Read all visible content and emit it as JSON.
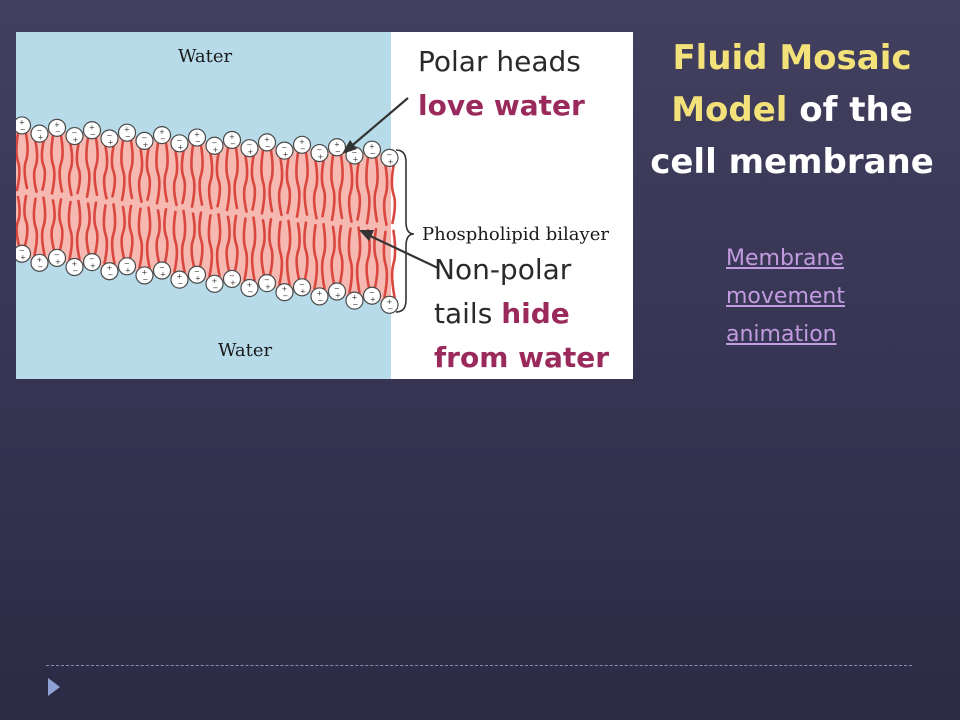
{
  "figure": {
    "water_top": "Water",
    "water_bottom": "Water",
    "bilayer_label": "Phospholipid bilayer",
    "colors": {
      "water": "#b7dbe9",
      "core": "#f5b9b2",
      "tail": "#d9473f",
      "head_fill": "#ffffff",
      "head_stroke": "#4a4a4a"
    }
  },
  "callouts": {
    "polar_line1": "Polar heads",
    "polar_highlight": "love water",
    "nonpolar_line1": "Non-polar",
    "nonpolar_line2_plain": "tails ",
    "nonpolar_line2_highlight": "hide",
    "nonpolar_line3_highlight": "from water",
    "highlight_color": "#9b2a5c"
  },
  "title": {
    "part1": "Fluid Mosaic",
    "part2": "Model",
    "part3": " of the",
    "part4": "cell membrane",
    "colors": {
      "accent": "#f3e27a",
      "main": "#ffffff"
    }
  },
  "link": {
    "line1": "Membrane",
    "line2": "movement",
    "line3": "animation",
    "color": "#c39be0"
  },
  "footer": {
    "icon": "play-triangle-icon"
  }
}
